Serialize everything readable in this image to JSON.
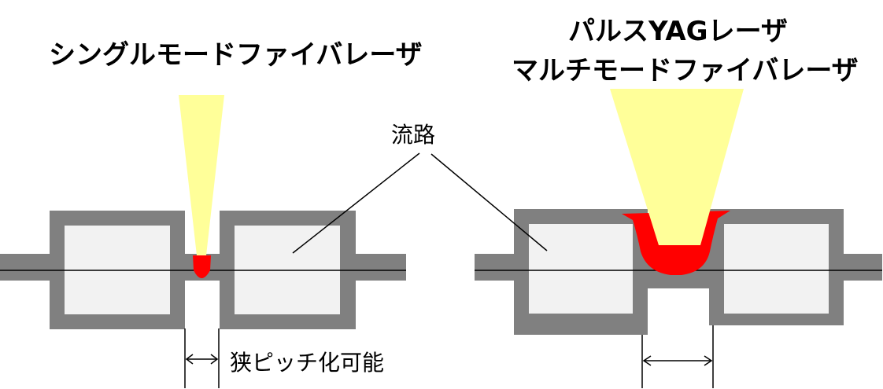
{
  "labels": {
    "left_title": "シングルモードファイバレーザ",
    "right_title_line1": "パルスYAGレーザ",
    "right_title_line2": "マルチモードファイバレーザ",
    "channel": "流路",
    "narrow_pitch": "狭ピッチ化可能"
  },
  "colors": {
    "wall": "#808080",
    "channel_fill": "#f2f2f2",
    "beam": "#ffff99",
    "melt": "#ff0000",
    "line": "#000000"
  }
}
